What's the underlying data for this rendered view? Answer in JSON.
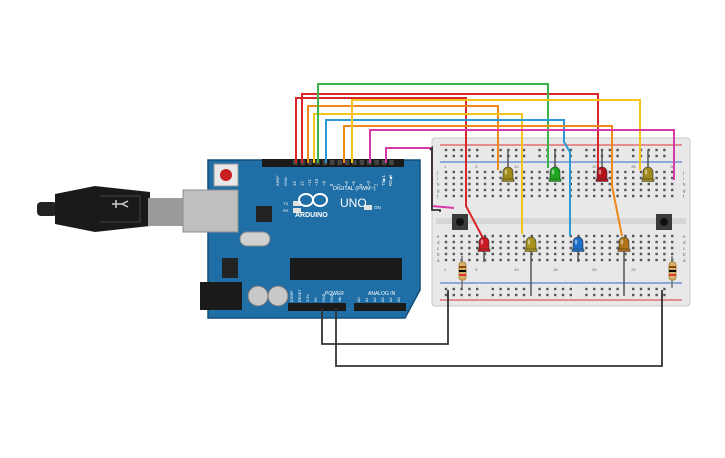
{
  "arduino": {
    "brand": "ARDUINO",
    "model": "UNO",
    "digital_label": "DIGITAL (PWM~)",
    "power_label": "POWER",
    "analog_label": "ANALOG IN",
    "on_label": "ON",
    "tx_label": "TX",
    "rx_label": "RX",
    "aref_label": "AREF",
    "gnd_label": "GND",
    "digital_pins": [
      "13",
      "12",
      "~11",
      "~10",
      "~9",
      "8",
      "7",
      "~6",
      "~5",
      "4",
      "~3",
      "2",
      "TX▶1",
      "RX◀0"
    ],
    "power_pins": [
      "IOREF",
      "RESET",
      "3.3V",
      "5V",
      "GND",
      "GND",
      "Vin"
    ],
    "analog_pins": [
      "A0",
      "A1",
      "A2",
      "A3",
      "A4",
      "A5"
    ]
  },
  "breadboard": {
    "row_letters_top": [
      "j",
      "i",
      "h",
      "g",
      "f"
    ],
    "row_letters_bottom": [
      "e",
      "d",
      "c",
      "b",
      "a"
    ],
    "column_numbers": [
      "1",
      "",
      "",
      "",
      "5",
      "",
      "",
      "",
      "",
      "10",
      "",
      "",
      "",
      "",
      "15",
      "",
      "",
      "",
      "",
      "20",
      "",
      "",
      "",
      "",
      "25",
      "",
      "",
      "",
      "",
      "30"
    ]
  },
  "leds": [
    {
      "name": "led-olive-top-1",
      "color": "#a08a1a"
    },
    {
      "name": "led-green-top",
      "color": "#1fa81f"
    },
    {
      "name": "led-red-top",
      "color": "#b3141c"
    },
    {
      "name": "led-olive-top-2",
      "color": "#a08a1a"
    },
    {
      "name": "led-red-bottom",
      "color": "#c81a22"
    },
    {
      "name": "led-olive-bottom",
      "color": "#a8921c"
    },
    {
      "name": "led-blue-bottom",
      "color": "#1a6ec8"
    },
    {
      "name": "led-orange-bottom",
      "color": "#b07418"
    }
  ],
  "colors": {
    "board": "#1f6ea6",
    "wire_red": "#d8262b",
    "wire_orange": "#ef8a1a",
    "wire_yellow": "#f3c51c",
    "wire_green": "#3bb54a",
    "wire_blue": "#2a9ad6",
    "wire_magenta": "#d53aa8",
    "wire_black": "#333333",
    "breadboard": "#e8e8e8"
  }
}
